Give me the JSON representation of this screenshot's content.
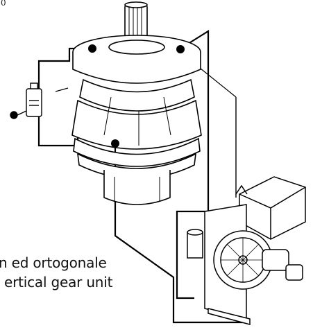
{
  "figure": {
    "caption_line_1": "n ed ortogonale",
    "caption_line_2": "ertical gear unit",
    "corner_mark": "0"
  },
  "colors": {
    "line": "#000000",
    "background": "#ffffff",
    "dot": "#000000"
  },
  "parts": {
    "gear_unit": "vertical-gear-unit",
    "oil_cooler": "oil-cooler-unit",
    "filter": "oil-filter",
    "pressure_switch": "pressure-switch-sensor"
  }
}
